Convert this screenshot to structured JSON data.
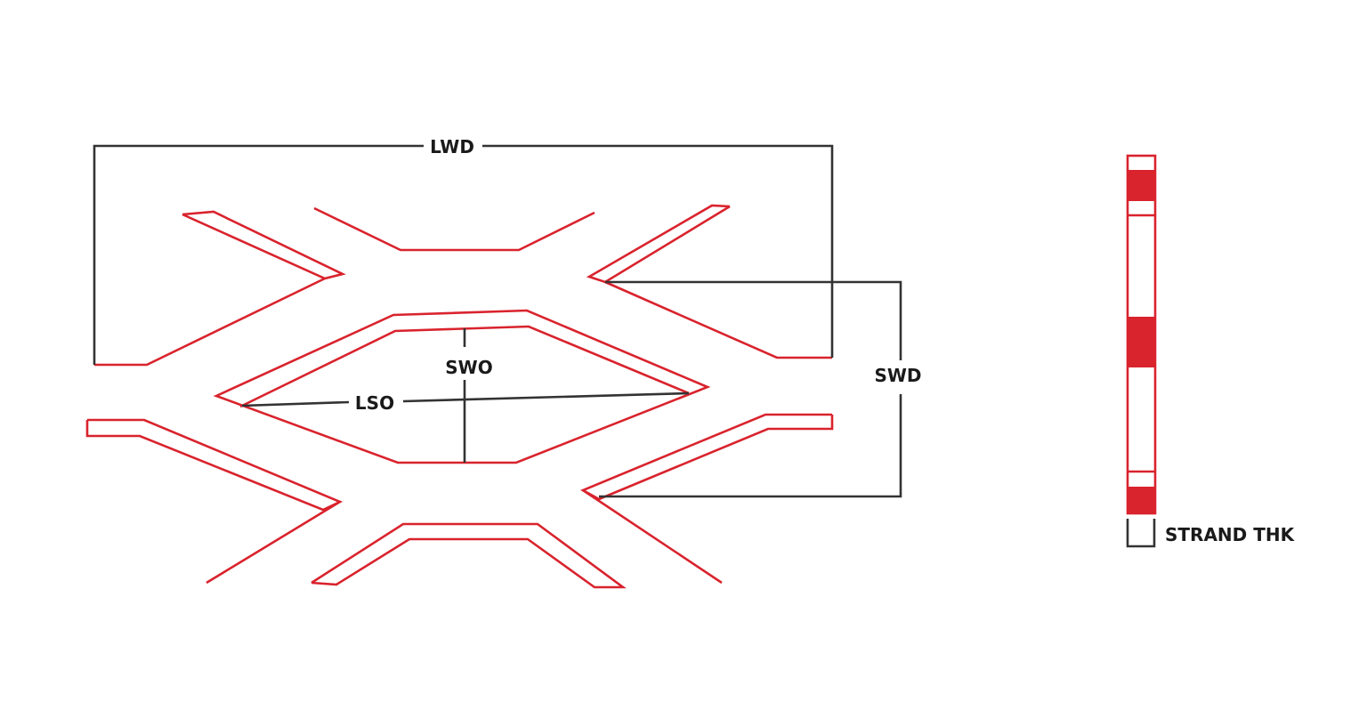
{
  "labels": {
    "lwd": "LWD",
    "swd": "SWD",
    "swo": "SWO",
    "lso": "LSO",
    "strand_thk": "STRAND THK"
  },
  "colors": {
    "mesh_red": "#d9232d",
    "dimension_line": "#333333",
    "label_text": "#1a1a1a",
    "background": "#ffffff"
  }
}
